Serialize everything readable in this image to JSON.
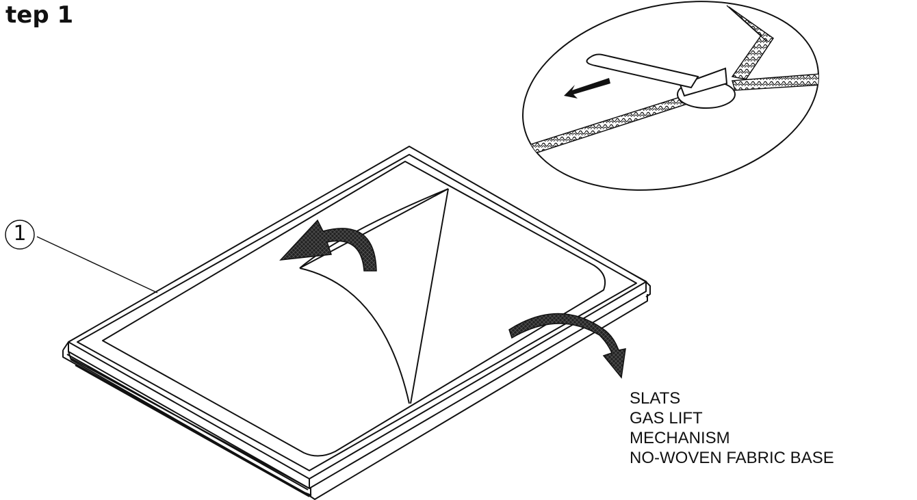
{
  "title": "tep 1",
  "callout": {
    "number": "1"
  },
  "parts_list": [
    "SLATS",
    "GAS LIFT",
    "MECHANISM",
    "NO-WOVEN FABRIC BASE"
  ]
}
